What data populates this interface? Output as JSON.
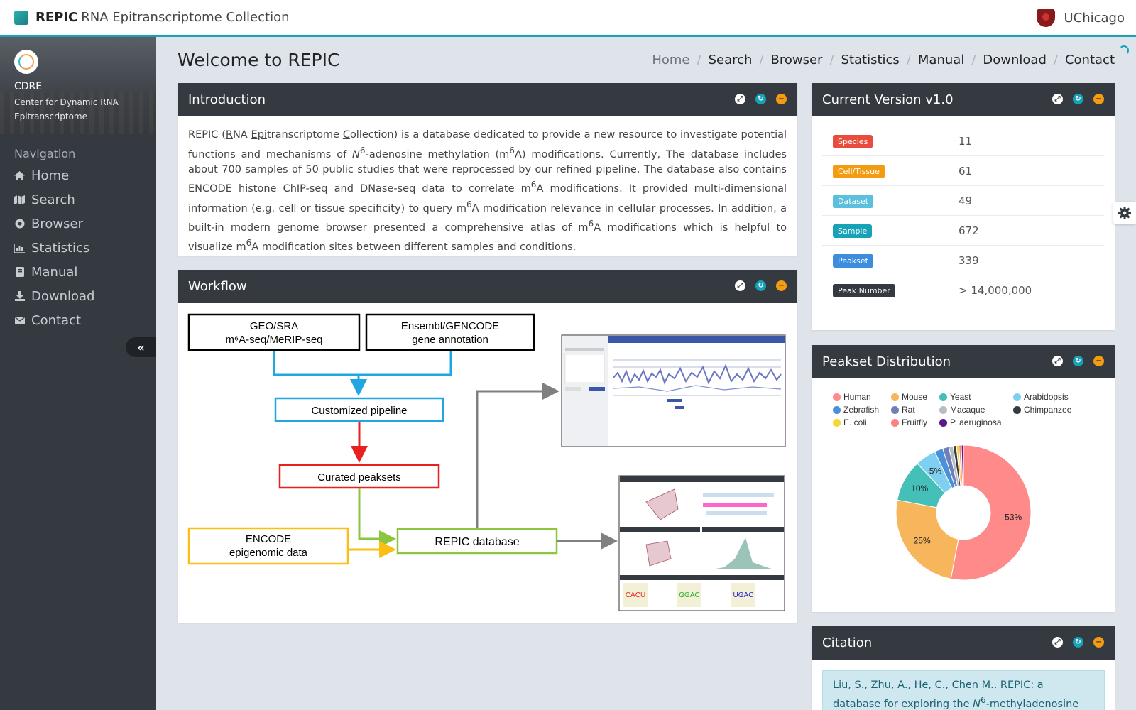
{
  "topbar": {
    "brand_bold": "REPIC",
    "brand_rest": "RNA Epitranscriptome Collection",
    "institution": "UChicago"
  },
  "sidebar": {
    "org_short": "CDRE",
    "org_full": "Center for Dynamic RNA Epitranscriptome",
    "nav_title": "Navigation",
    "items": [
      {
        "label": "Home",
        "icon": "home-icon"
      },
      {
        "label": "Search",
        "icon": "map-icon"
      },
      {
        "label": "Browser",
        "icon": "dot-circle-icon"
      },
      {
        "label": "Statistics",
        "icon": "bar-chart-icon"
      },
      {
        "label": "Manual",
        "icon": "book-icon"
      },
      {
        "label": "Download",
        "icon": "download-icon"
      },
      {
        "label": "Contact",
        "icon": "envelope-icon"
      }
    ],
    "collapse_glyph": "«"
  },
  "header": {
    "title": "Welcome to REPIC",
    "breadcrumb": [
      "Home",
      "Search",
      "Browser",
      "Statistics",
      "Manual",
      "Download",
      "Contact"
    ]
  },
  "intro": {
    "title": "Introduction",
    "t1": "REPIC (",
    "u1": "R",
    "t2": "NA ",
    "u2": "Epi",
    "t3": "transcriptome ",
    "u3": "C",
    "t4": "ollection) is a database dedicated to provide a new resource to investigate potential functions and mechanisms of ",
    "n": "N",
    "sup": "6",
    "t5": "-adenosine methylation (m",
    "t6": "A) modifications. Currently, The database includes about 700 samples of 50 public studies that were reprocessed by our refined pipeline. The database also contains ENCODE histone ChIP-seq and DNase-seq data to correlate m",
    "t7": "A modifications. It provided multi-dimensional information (e.g. cell or tissue specificity) to query m",
    "t8": "A modification relevance in cellular processes. In addition, a built-in modern genome browser presented a comprehensive atlas of m",
    "t9": "A modifications which is helpful to visualize m",
    "t10": "A modification sites between different samples and conditions."
  },
  "workflow": {
    "title": "Workflow",
    "geo_line1": "GEO/SRA",
    "geo_line2": "m⁶A-seq/MeRIP-seq",
    "ens_line1": "Ensembl/GENCODE",
    "ens_line2": "gene annotation",
    "pipeline": "Customized pipeline",
    "curated": "Curated peaksets",
    "encode_line1": "ENCODE",
    "encode_line2": "epigenomic data",
    "repic_db": "REPIC database"
  },
  "version": {
    "title": "Current Version v1.0",
    "rows": [
      {
        "label": "Species",
        "value": "11",
        "color": "#e74c3c"
      },
      {
        "label": "Cell/Tissue",
        "value": "61",
        "color": "#f39c12"
      },
      {
        "label": "Dataset",
        "value": "49",
        "color": "#5bc0de"
      },
      {
        "label": "Sample",
        "value": "672",
        "color": "#17a2b8"
      },
      {
        "label": "Peakset",
        "value": "339",
        "color": "#3c8dde"
      },
      {
        "label": "Peak Number",
        "value": "> 14,000,000",
        "color": "#343a40"
      }
    ]
  },
  "peakset": {
    "title": "Peakset Distribution"
  },
  "chart_data": {
    "type": "pie",
    "title": "",
    "categories": [
      "Human",
      "Mouse",
      "Yeast",
      "Arabidopsis",
      "Zebrafish",
      "Rat",
      "Macaque",
      "Chimpanzee",
      "E. coli",
      "Fruitfly",
      "P. aeruginosa"
    ],
    "values": [
      53,
      25,
      10,
      5,
      2,
      1.5,
      1,
      0.8,
      0.6,
      0.6,
      0.5
    ],
    "colors": [
      "#ff8a8a",
      "#f8b65c",
      "#45c0b8",
      "#7fd0f0",
      "#4a90d9",
      "#6f7fb8",
      "#b8bcc4",
      "#343a40",
      "#f7d733",
      "#ff8080",
      "#5a1a8a"
    ],
    "data_labels": [
      "53%",
      "25%",
      "10%",
      "5%"
    ],
    "legend_placement": "top",
    "donut": true
  },
  "citation": {
    "title": "Citation",
    "t1": "Liu, S., Zhu, A., He, C., Chen M.. REPIC: a database for exploring the ",
    "n": "N",
    "sup": "6",
    "t2": "-methyladenosine methylome."
  }
}
